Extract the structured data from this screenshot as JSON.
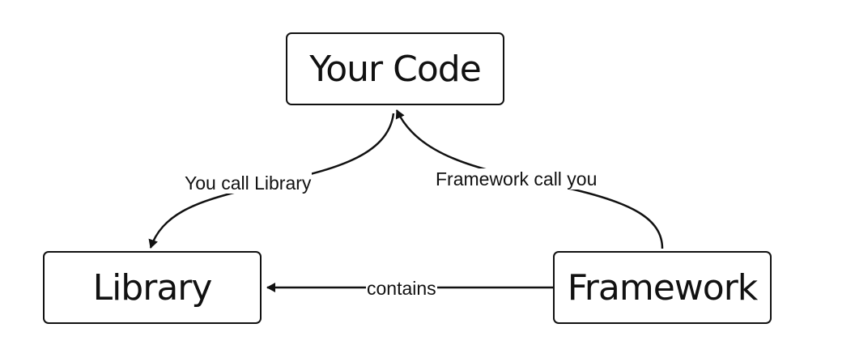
{
  "nodes": {
    "your_code": "Your Code",
    "library": "Library",
    "framework": "Framework"
  },
  "edges": {
    "you_call_library": "You call Library",
    "framework_call_you": "Framework call you",
    "contains": "contains"
  },
  "colors": {
    "stroke": "#111111",
    "background": "#ffffff"
  }
}
